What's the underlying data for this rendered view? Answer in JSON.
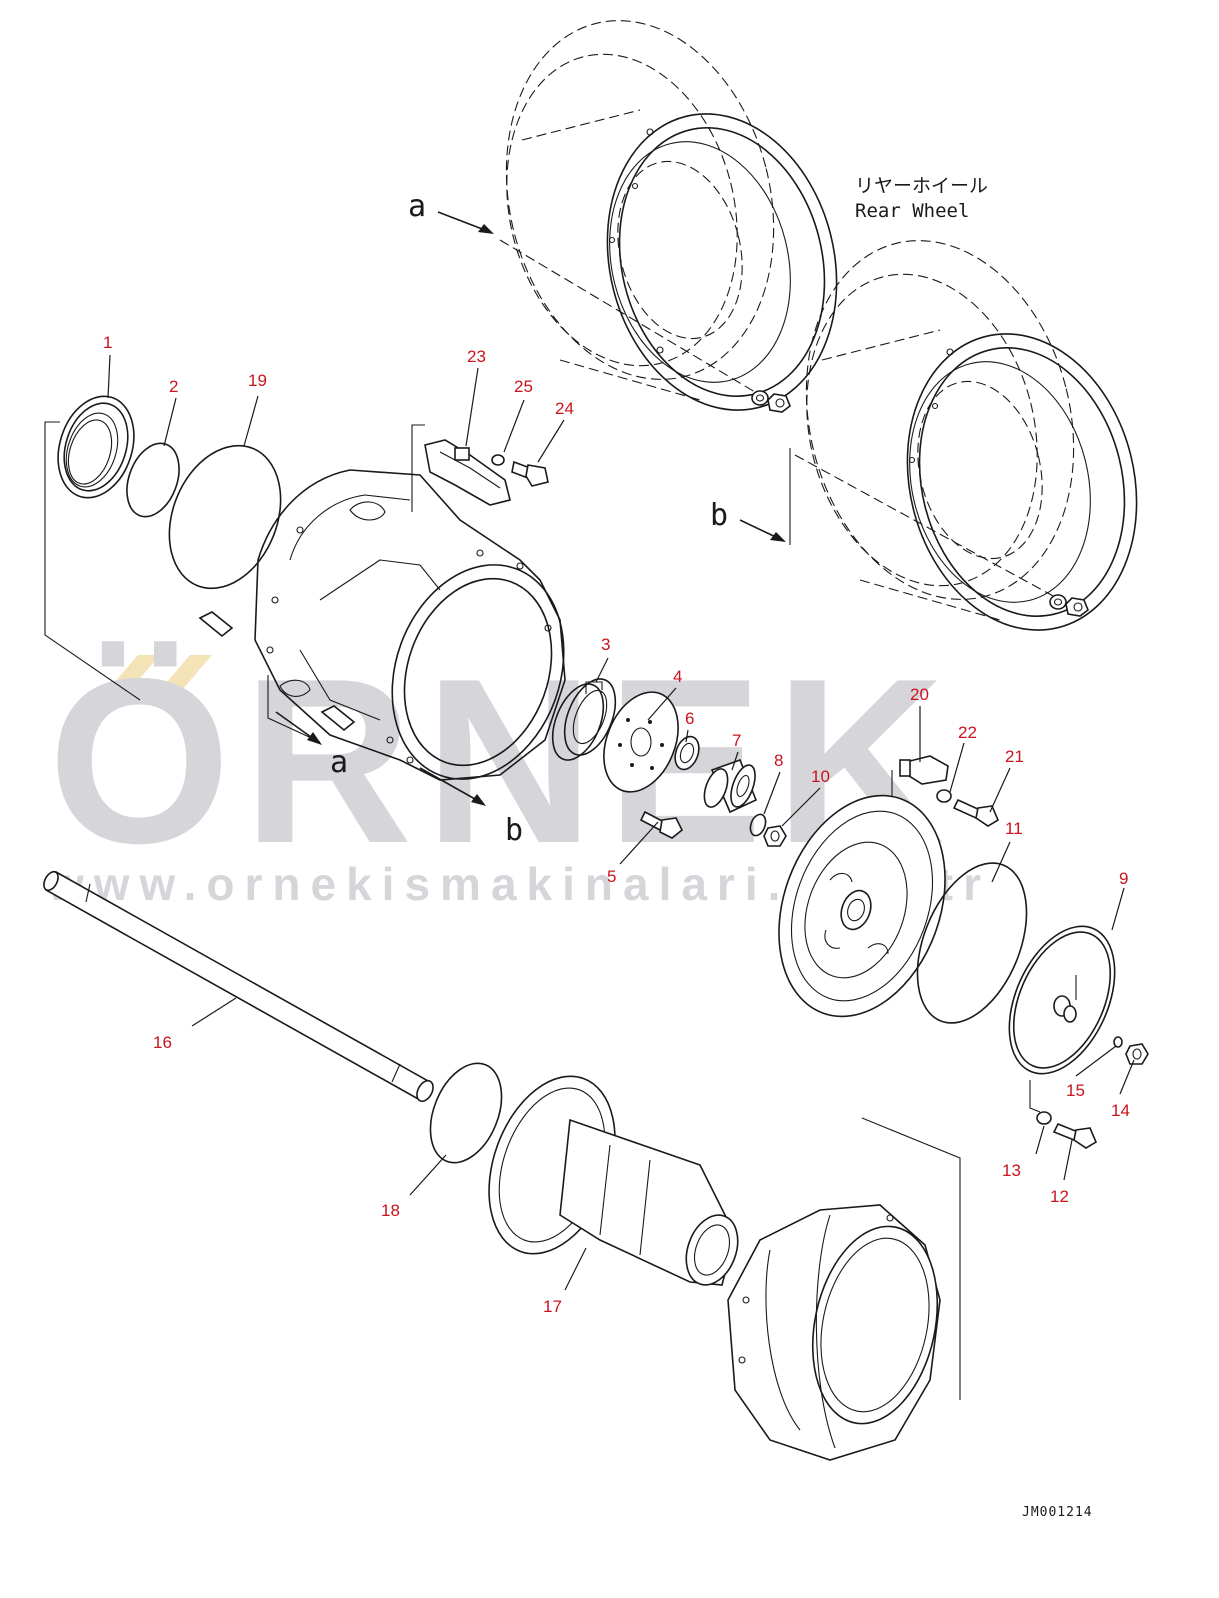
{
  "diagram": {
    "labels": {
      "wheel_jp": "リヤーホイール",
      "wheel_en": "Rear Wheel",
      "view_a": "a",
      "view_b": "b",
      "drawing_code": "JM001214"
    },
    "watermark": {
      "brand": "ÖRNEK",
      "url": "www.ornekismakinalari.com.tr"
    },
    "parts": [
      {
        "no": "1"
      },
      {
        "no": "2"
      },
      {
        "no": "3"
      },
      {
        "no": "4"
      },
      {
        "no": "5"
      },
      {
        "no": "6"
      },
      {
        "no": "7"
      },
      {
        "no": "8"
      },
      {
        "no": "9"
      },
      {
        "no": "10"
      },
      {
        "no": "11"
      },
      {
        "no": "12"
      },
      {
        "no": "13"
      },
      {
        "no": "14"
      },
      {
        "no": "15"
      },
      {
        "no": "16"
      },
      {
        "no": "17"
      },
      {
        "no": "18"
      },
      {
        "no": "19"
      },
      {
        "no": "20"
      },
      {
        "no": "21"
      },
      {
        "no": "22"
      },
      {
        "no": "23"
      },
      {
        "no": "24"
      },
      {
        "no": "25"
      }
    ],
    "colors": {
      "callout": "#c8141e",
      "line": "#1a1a1a",
      "watermark": "#d6d5da"
    }
  }
}
